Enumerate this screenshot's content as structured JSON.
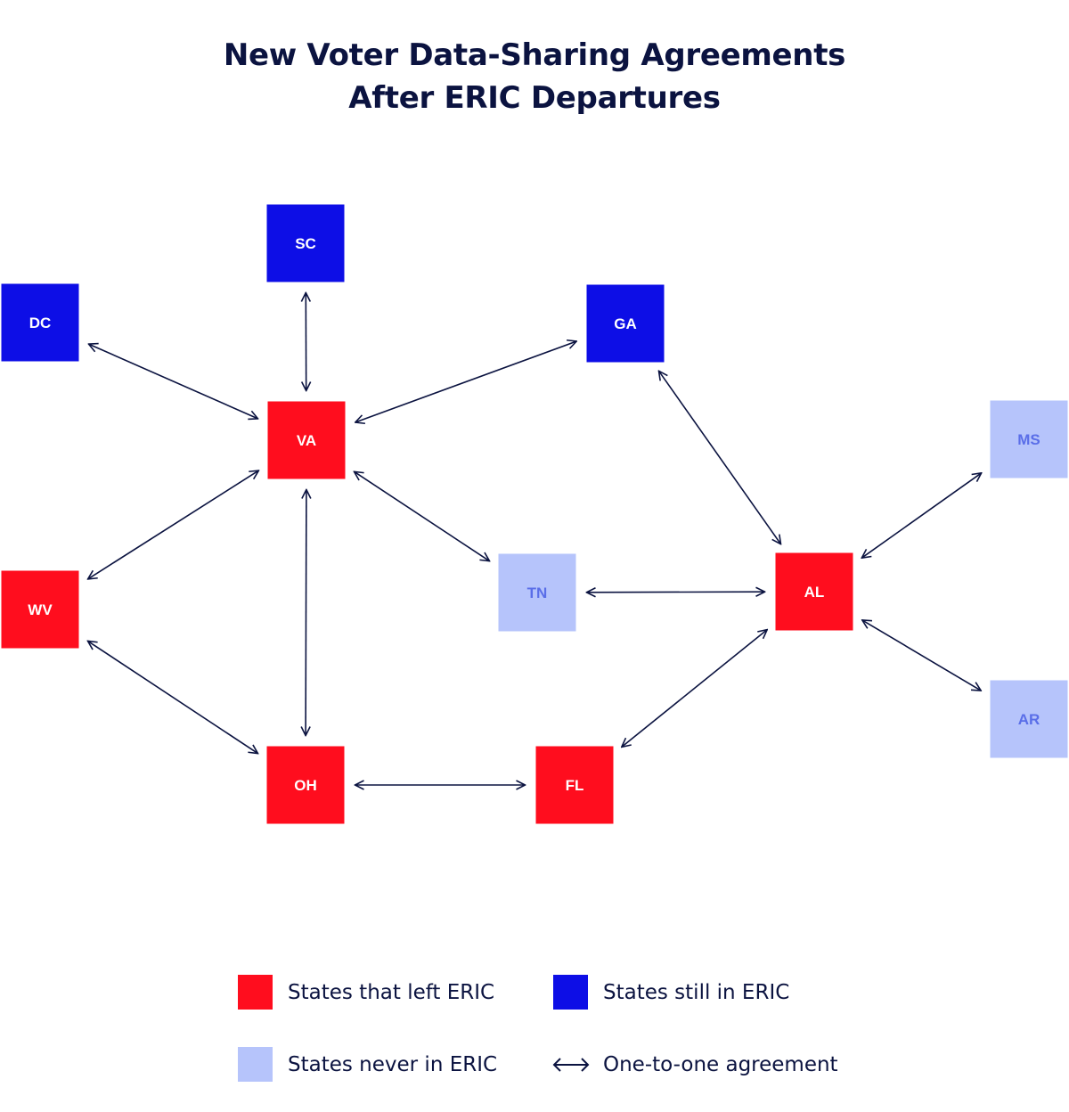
{
  "title": {
    "line1": "New Voter Data-Sharing Agreements",
    "line2": "After ERIC Departures"
  },
  "colors": {
    "left_eric": "#ff0d1e",
    "still_in_eric": "#0d0ee6",
    "never_in_eric": "#b6c4fb",
    "never_in_eric_text": "#5a6ee8",
    "arrow": "#0b1340",
    "text_dark": "#0b1340"
  },
  "nodes": [
    {
      "id": "SC",
      "label": "SC",
      "category": "still_in_eric"
    },
    {
      "id": "DC",
      "label": "DC",
      "category": "still_in_eric"
    },
    {
      "id": "GA",
      "label": "GA",
      "category": "still_in_eric"
    },
    {
      "id": "VA",
      "label": "VA",
      "category": "left_eric"
    },
    {
      "id": "MS",
      "label": "MS",
      "category": "never_in_eric"
    },
    {
      "id": "WV",
      "label": "WV",
      "category": "left_eric"
    },
    {
      "id": "TN",
      "label": "TN",
      "category": "never_in_eric"
    },
    {
      "id": "AL",
      "label": "AL",
      "category": "left_eric"
    },
    {
      "id": "AR",
      "label": "AR",
      "category": "never_in_eric"
    },
    {
      "id": "OH",
      "label": "OH",
      "category": "left_eric"
    },
    {
      "id": "FL",
      "label": "FL",
      "category": "left_eric"
    }
  ],
  "edges": [
    {
      "from": "SC",
      "to": "VA"
    },
    {
      "from": "DC",
      "to": "VA"
    },
    {
      "from": "GA",
      "to": "VA"
    },
    {
      "from": "WV",
      "to": "VA"
    },
    {
      "from": "VA",
      "to": "TN"
    },
    {
      "from": "VA",
      "to": "OH"
    },
    {
      "from": "WV",
      "to": "OH"
    },
    {
      "from": "OH",
      "to": "FL"
    },
    {
      "from": "GA",
      "to": "AL"
    },
    {
      "from": "TN",
      "to": "AL"
    },
    {
      "from": "MS",
      "to": "AL"
    },
    {
      "from": "AR",
      "to": "AL"
    },
    {
      "from": "FL",
      "to": "AL"
    }
  ],
  "legend": {
    "left_eric": "States that left ERIC",
    "still_in_eric": "States still in ERIC",
    "never_in_eric": "States never in ERIC",
    "agreement": "One-to-one agreement"
  }
}
